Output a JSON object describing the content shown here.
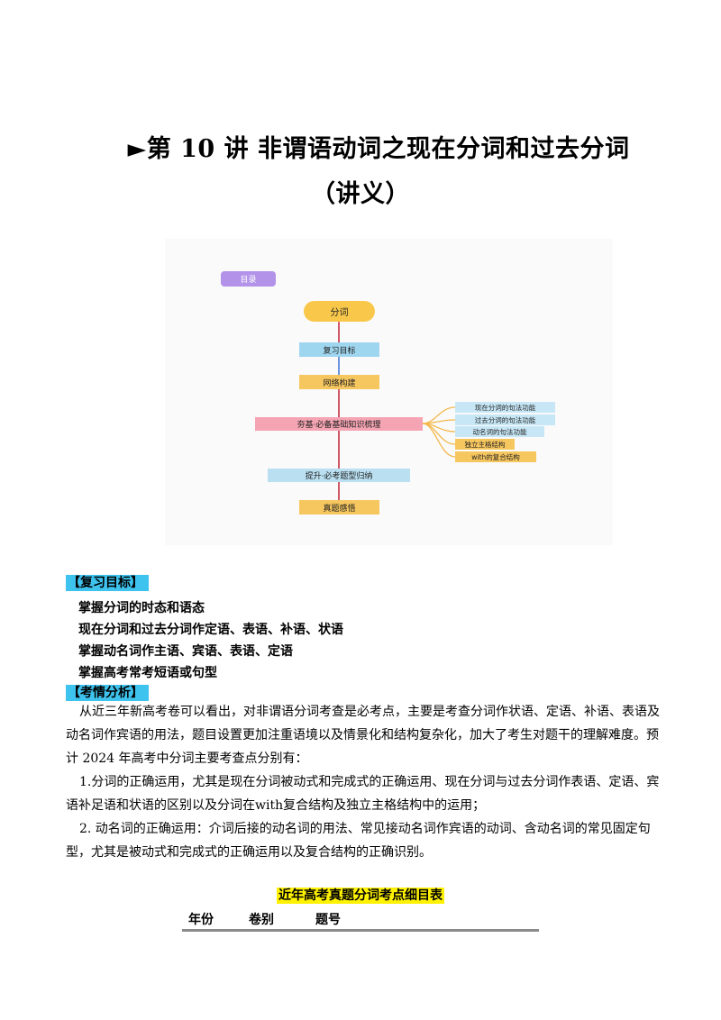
{
  "title": {
    "line1": "►第 10 讲  非谓语动词之现在分词和过去分词",
    "line2": "（讲义）"
  },
  "mindmap": {
    "toc_label": "目录",
    "root": "分词",
    "steps": [
      "复习目标",
      "网络构建",
      "夯基·必备基础知识梳理",
      "提升·必考题型归纳",
      "真题感悟"
    ],
    "branches": [
      "现在分词的句法功能",
      "过去分词的句法功能",
      "动名词的句法功能",
      "独立主格结构",
      "with的复合结构"
    ]
  },
  "review": {
    "tag": "【复习目标】",
    "goals": [
      "掌握分词的时态和语态",
      "现在分词和过去分词作定语、表语、补语、状语",
      "掌握动名词作主语、宾语、表语、定语",
      "掌握高考常考短语或句型"
    ]
  },
  "analysis": {
    "tag": "【考情分析】",
    "p1": "从近三年新高考卷可以看出，对非谓语分词考查是必考点，主要是考查分词作状语、定语、补语、表语及动名词作宾语的用法，题目设置更加注重语境以及情景化和结构复杂化，加大了考生对题干的理解难度。预计 2024 年高考中分词主要考查点分别有：",
    "p2": "1.分词的正确运用，尤其是现在分词被动式和完成式的正确运用、现在分词与过去分词作表语、定语、宾语补足语和状语的区别以及分词在with复合结构及独立主格结构中的运用；",
    "p3": "2. 动名词的正确运用：介词后接的动名词的用法、常见接动名词作宾语的动词、含动名词的常见固定句型，尤其是被动式和完成式的正确运用以及复合结构的正确识别。"
  },
  "table": {
    "title": "近年高考真题分词考点细目表",
    "headers": [
      "年份",
      "卷别",
      "题号"
    ]
  }
}
